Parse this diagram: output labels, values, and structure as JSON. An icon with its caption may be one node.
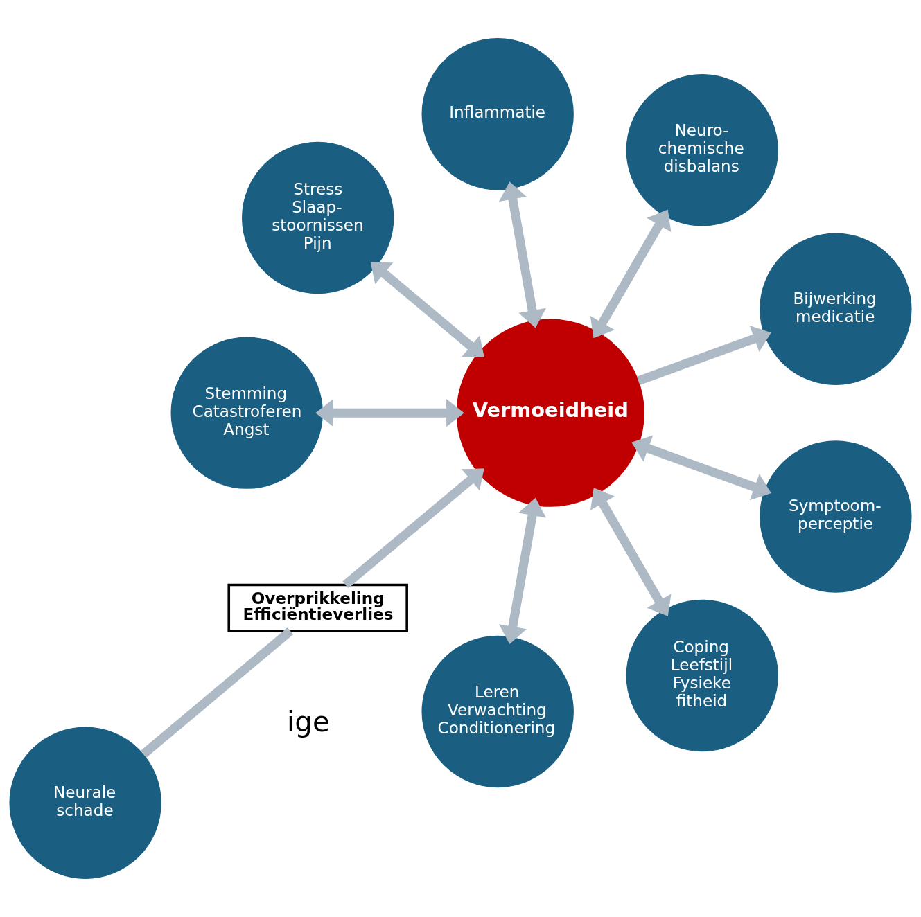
{
  "diagram": {
    "nodes": [
      {
        "text": [
          "Neurale schade"
        ]
      },
      {
        "text": [
          "Bijwerking medicatie"
        ]
      },
      {
        "text": [
          "Neuro- chemische disbalans"
        ]
      },
      {
        "text": [
          "Overprikkeling",
          "Efficiëntieverlies"
        ]
      },
      {
        "text": [
          "Leren",
          "Verwachting",
          "Conditionering"
        ]
      },
      {
        "text": [
          "Vermoeidheid"
        ]
      },
      {
        "text": [
          "Inflammatie"
        ]
      },
      {
        "text": [
          "Coping",
          "Leefstijl",
          "Fysieke fitheid"
        ]
      },
      {
        "text": [
          "Stress",
          "Slaap- stoornissen",
          "Pijn"
        ]
      },
      {
        "text": [
          "Symptoom- perceptie"
        ]
      },
      {
        "text": [
          "Stemming",
          "Catastroferen",
          "Angst"
        ]
      }
    ],
    "edges": [
      {
        "from": 0,
        "to": 3,
        "arrow": "none"
      },
      {
        "from": 3,
        "to": 5,
        "arrow": "to"
      },
      {
        "from": 5,
        "to": 1,
        "arrow": "to"
      },
      {
        "from": 5,
        "to": 2,
        "arrow": "both"
      },
      {
        "from": 4,
        "to": 5,
        "arrow": "both"
      },
      {
        "from": 5,
        "to": 6,
        "arrow": "both"
      },
      {
        "from": 7,
        "to": 5,
        "arrow": "both"
      },
      {
        "from": 5,
        "to": 8,
        "arrow": "both"
      },
      {
        "from": 9,
        "to": 5,
        "arrow": "both"
      },
      {
        "from": 5,
        "to": 10,
        "arrow": "both"
      }
    ],
    "labels": [
      "ige"
    ]
  }
}
